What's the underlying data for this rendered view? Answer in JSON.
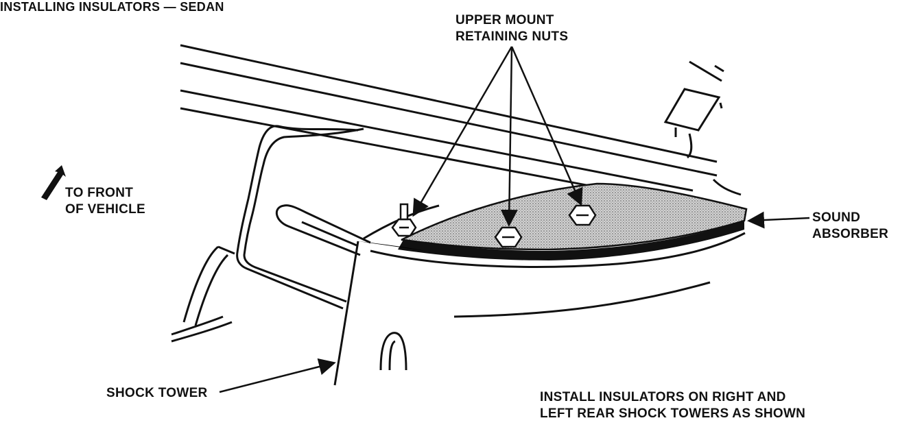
{
  "title": "INSTALLING INSULATORS — SEDAN",
  "labels": {
    "upper_mount_line1": "UPPER MOUNT",
    "upper_mount_line2": "RETAINING NUTS",
    "front_line1": "TO FRONT",
    "front_line2": "OF VEHICLE",
    "sound_line1": "SOUND",
    "sound_line2": "ABSORBER",
    "shock_tower": "SHOCK TOWER",
    "note_line1": "INSTALL INSULATORS ON RIGHT AND",
    "note_line2": "LEFT REAR SHOCK TOWERS AS SHOWN"
  },
  "colors": {
    "ink": "#111111",
    "insulator_fill": "#c8c8c8",
    "background": "#ffffff"
  },
  "icons": {
    "direction": "arrow-forward-icon",
    "fastener": "hex-nut-icon"
  }
}
